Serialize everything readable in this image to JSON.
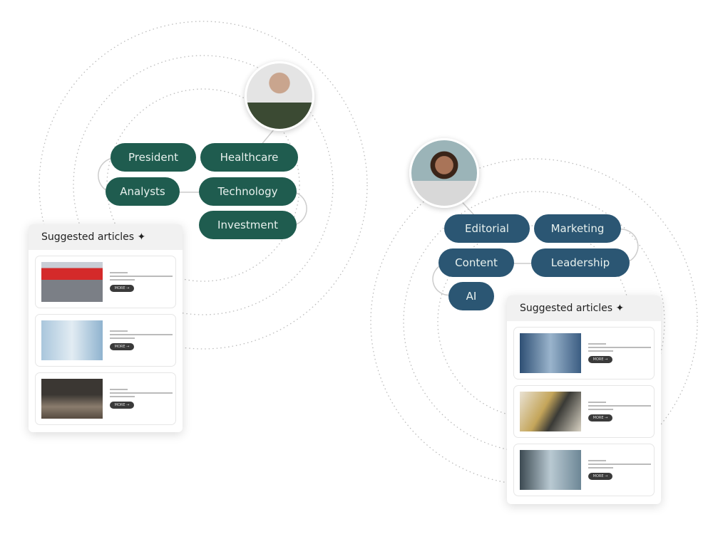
{
  "left": {
    "tags": [
      "President",
      "Healthcare",
      "Analysts",
      "Technology",
      "Investment"
    ],
    "panel": {
      "title": "Suggested articles",
      "more_label": "MORE →"
    }
  },
  "right": {
    "tags": [
      "Editorial",
      "Marketing",
      "Content",
      "Leadership",
      "AI"
    ],
    "panel": {
      "title": "Suggested articles",
      "more_label": "MORE →"
    }
  },
  "colors": {
    "green": "#1f5c4f",
    "blue": "#2b5673"
  }
}
